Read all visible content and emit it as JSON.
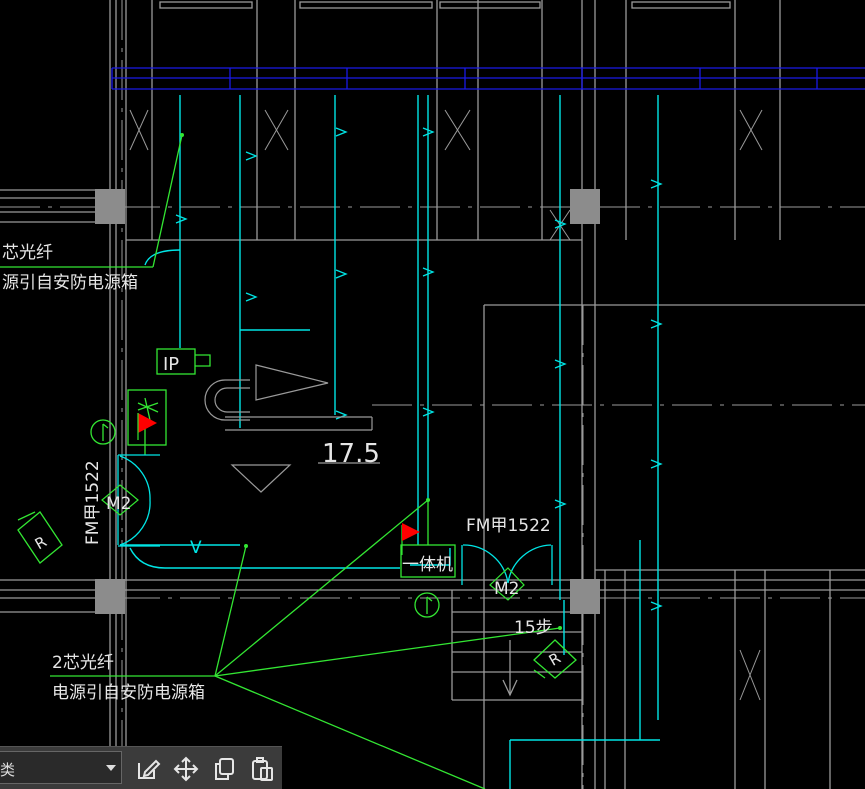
{
  "drawing": {
    "labels": {
      "fiber_top": "芯光纤",
      "power_top": "源引自安防电源箱",
      "fiber_bottom": "2芯光纤",
      "power_bottom": "电源引自安防电源箱",
      "door_left": "FM甲1522",
      "door_right": "FM甲1522",
      "motor_left": "M2",
      "motor_right": "M2",
      "ip_tag": "IP",
      "integrated_unit": "一体机",
      "steps": "15步",
      "elevation": "17.5",
      "reader_left": "R",
      "reader_right": "R",
      "v_mark": "V"
    },
    "colors": {
      "background": "#000000",
      "cyan": "#00e5e5",
      "green": "#33e633",
      "blue": "#1a1ae6",
      "gray": "#9a9a9a",
      "column": "#8c8c8c",
      "red": "#ff0000",
      "white": "#e6e6e6"
    }
  },
  "toolbar": {
    "combo_value": "类",
    "icons": [
      "edit-icon",
      "move-icon",
      "copy-icon",
      "paste-icon"
    ]
  }
}
